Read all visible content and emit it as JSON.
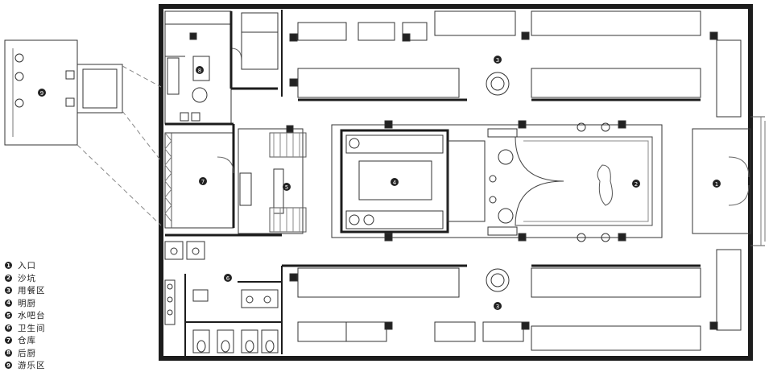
{
  "legend": [
    {
      "num": "1",
      "label": "入口"
    },
    {
      "num": "2",
      "label": "沙坑"
    },
    {
      "num": "3",
      "label": "用餐区"
    },
    {
      "num": "4",
      "label": "明厨"
    },
    {
      "num": "5",
      "label": "水吧台"
    },
    {
      "num": "6",
      "label": "卫生间"
    },
    {
      "num": "7",
      "label": "仓库"
    },
    {
      "num": "8",
      "label": "后厨"
    },
    {
      "num": "9",
      "label": "游乐区"
    }
  ],
  "markers": {
    "entrance": "1",
    "sandpit": "2",
    "dining_top": "3",
    "dining_bottom": "3",
    "open_kitchen": "4",
    "water_bar": "5",
    "restroom": "6",
    "storage": "7",
    "back_kitchen": "8",
    "play_area": "9"
  },
  "colors": {
    "wall": "#1c1c1c",
    "line": "#555555",
    "light_line": "#9a9a9a",
    "marker": "#222222"
  }
}
